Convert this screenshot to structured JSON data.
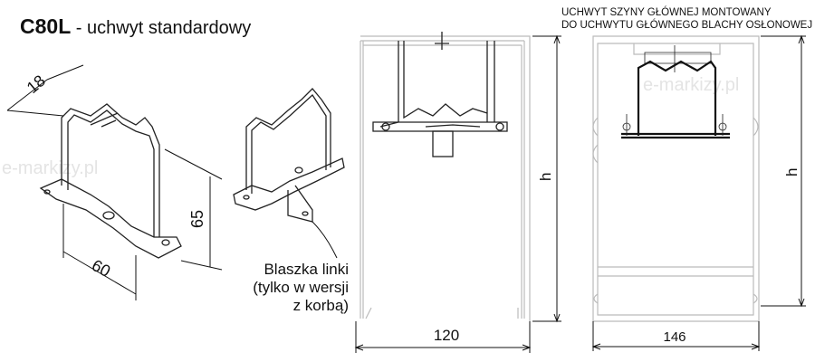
{
  "title": {
    "model": "C80L",
    "subtitle": " - uchwyt standardowy"
  },
  "watermark": "e-markizy.pl",
  "bracket_view": {
    "dim_width": "18",
    "dim_height": "65",
    "dim_length": "60"
  },
  "link_plate": {
    "line1": "Blaszka linki",
    "line2": "(tylko w wersji",
    "line3": "z korbą)"
  },
  "section_standard": {
    "dim_width": "120",
    "dim_height": "h"
  },
  "section_cover": {
    "caption_line1": "UCHWYT  SZYNY GŁÓWNEJ MONTOWANY",
    "caption_line2": "DO UCHWYTU GŁÓWNEGO BLACHY OSŁONOWEJ",
    "dim_width": "146",
    "dim_height": "h"
  }
}
